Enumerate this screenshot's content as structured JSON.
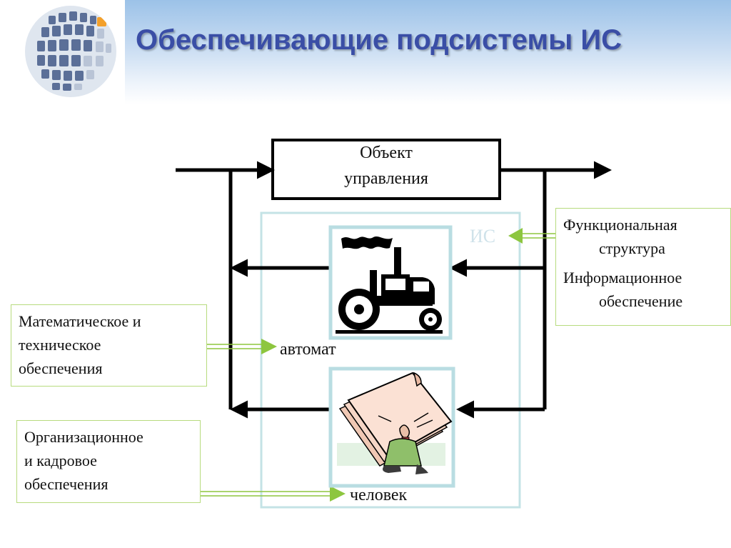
{
  "title": "Обеспечивающие подсистемы ИС",
  "logo_icon": "globe-logo-icon",
  "object": {
    "line1": "Объект",
    "line2": "управления"
  },
  "is_label": "ИС",
  "automat_label": "автомат",
  "human_label": "человек",
  "boxes": {
    "functional": {
      "line1": "Функциональная",
      "line2": "структура",
      "line3": "Информационное",
      "line4": "обеспечение"
    },
    "math": {
      "line1": "Математическое и",
      "line2": "техническое",
      "line3": "обеспечения"
    },
    "org": {
      "line1": "Организационное",
      "line2": "и кадровое",
      "line3": "обеспечения"
    }
  },
  "colors": {
    "title": "#3a4ea6",
    "arrow_green": "#8dc63f",
    "frame_teal": "#b9dde2",
    "line": "#000000"
  },
  "icons": {
    "automat": "tractor-icon",
    "human": "person-with-papers-icon"
  }
}
